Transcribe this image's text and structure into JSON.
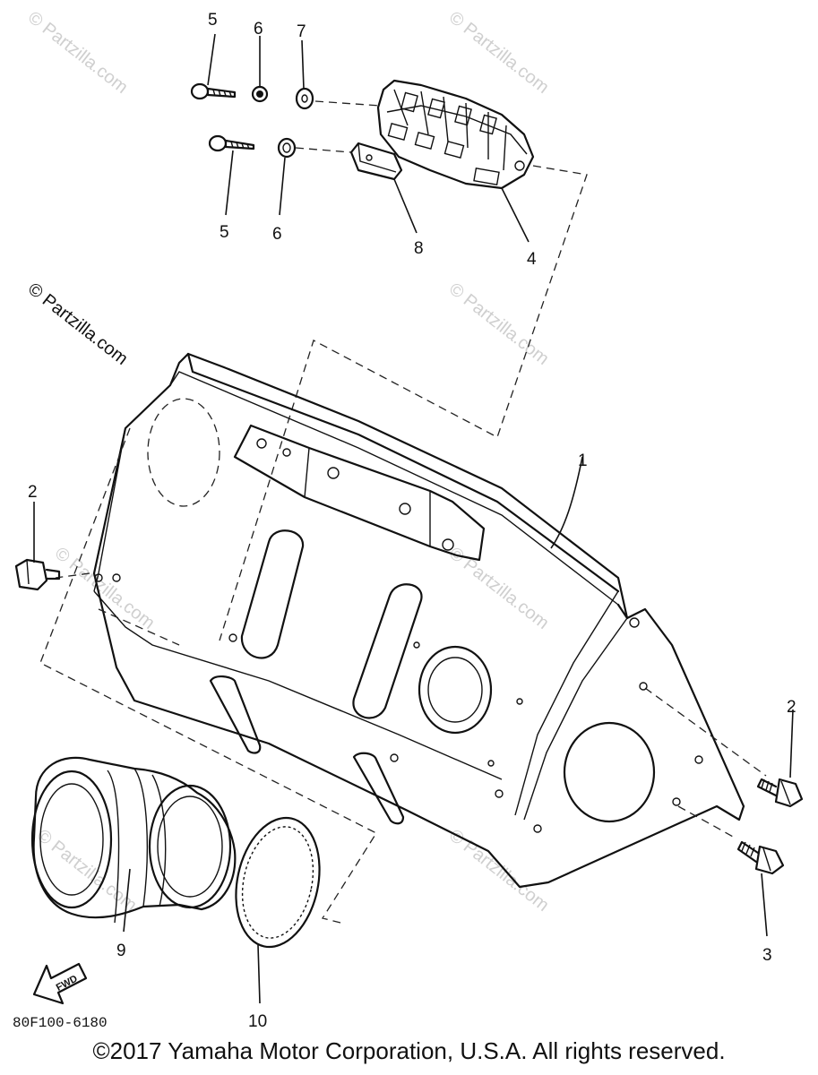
{
  "callouts": {
    "p1": "1",
    "p2a": "2",
    "p2b": "2",
    "p3": "3",
    "p4": "4",
    "p5a": "5",
    "p5b": "5",
    "p6a": "6",
    "p6b": "6",
    "p7": "7",
    "p8": "8",
    "p9": "9",
    "p10": "10"
  },
  "watermarks": {
    "main": "© Partzilla.com",
    "faint": "© Partzilla.com"
  },
  "fwd_label": "FWD",
  "diagram_code": "80F100-6180",
  "copyright": "©2017  Yamaha Motor Corporation, U.S.A. All rights reserved."
}
